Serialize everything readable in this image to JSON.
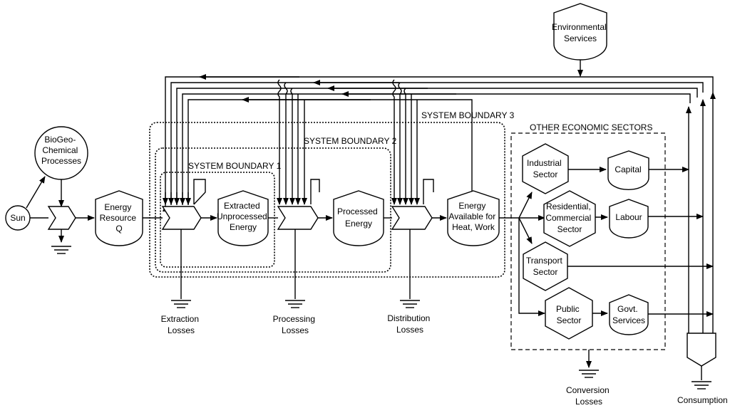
{
  "nodes": {
    "sun": "Sun",
    "biogeo": [
      "BioGeo-",
      "Chemical",
      "Processes"
    ],
    "energy_resource": [
      "Energy",
      "Resource",
      "Q"
    ],
    "extracted": [
      "Extracted",
      "Unprocessed",
      "Energy"
    ],
    "processed": [
      "Processed",
      "Energy"
    ],
    "available": [
      "Energy",
      "Available for",
      "Heat, Work"
    ],
    "environmental": [
      "Environmental",
      "Services"
    ],
    "industrial": [
      "Industrial",
      "Sector"
    ],
    "residential": [
      "Residential,",
      "Commercial",
      "Sector"
    ],
    "transport": [
      "Transport",
      "Sector"
    ],
    "public": [
      "Public",
      "Sector"
    ],
    "capital": "Capital",
    "labour": "Labour",
    "govt": [
      "Govt.",
      "Services"
    ]
  },
  "boundaries": {
    "b1": "SYSTEM BOUNDARY 1",
    "b2": "SYSTEM BOUNDARY 2",
    "b3": "SYSTEM BOUNDARY 3",
    "sectors": "OTHER ECONOMIC SECTORS"
  },
  "losses": {
    "extraction": [
      "Extraction",
      "Losses"
    ],
    "processing": [
      "Processing",
      "Losses"
    ],
    "distribution": [
      "Distribution",
      "Losses"
    ],
    "conversion": [
      "Conversion",
      "Losses"
    ],
    "consumption": "Consumption"
  }
}
